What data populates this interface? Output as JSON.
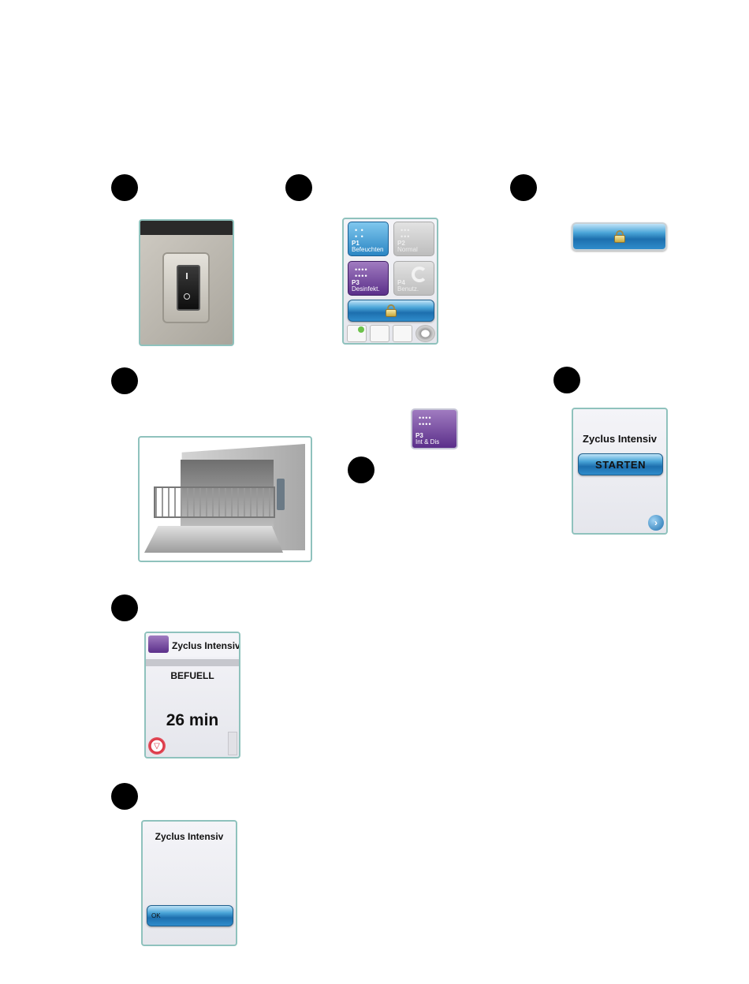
{
  "steps": {
    "step2_panel": {
      "tiles": [
        {
          "code": "P1",
          "name": "Befeuchten"
        },
        {
          "code": "P2",
          "name": "Normal"
        },
        {
          "code": "P3",
          "name": "Desinfekt."
        },
        {
          "code": "P4",
          "name": "Benutz."
        }
      ]
    },
    "program_tile": {
      "code": "P3",
      "name": "Int & Dis"
    },
    "start_screen": {
      "title": "Zyclus Intensiv",
      "start_label": "STARTEN"
    },
    "running_screen": {
      "title": "Zyclus Intensiv",
      "status": "BEFUELL",
      "remaining": "26 min"
    },
    "done_screen": {
      "title": "Zyclus Intensiv",
      "ok_label": "OK"
    }
  },
  "colors": {
    "panel_border": "#8fc2bd",
    "button_blue": "#2f8ccb",
    "program_purple": "#5b2f8a",
    "step_marker": "#000000"
  }
}
